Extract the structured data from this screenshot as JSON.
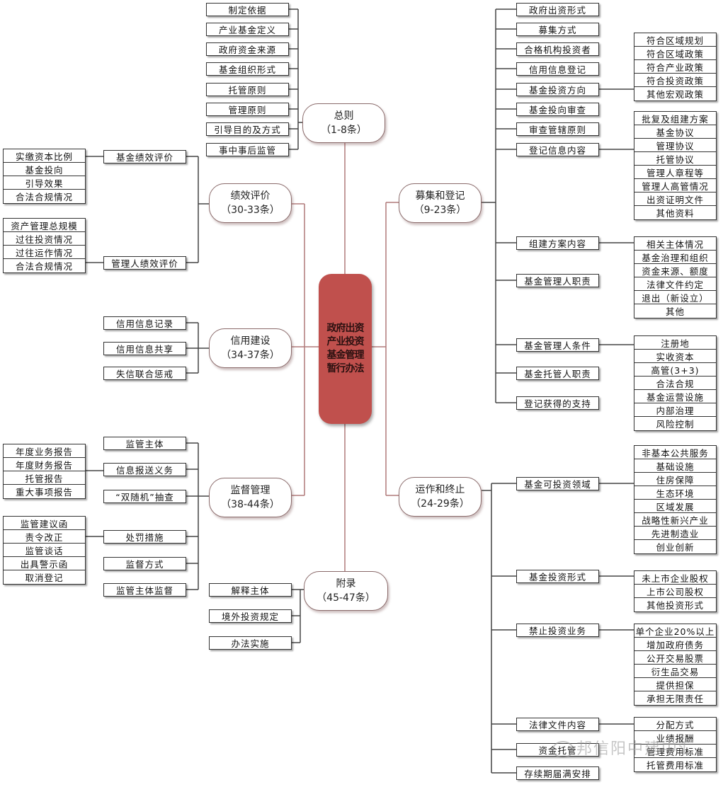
{
  "title": "政府出资产业投资基金管理暂行办法",
  "center": {
    "lines": [
      "政府出资",
      "产业投资",
      "基金管理",
      "暂行办法"
    ],
    "color": "#c0504d"
  },
  "topics": {
    "general": {
      "name": "总则",
      "range": "（1-8条）",
      "items": [
        "制定依据",
        "产业基金定义",
        "政府资金来源",
        "基金组织形式",
        "托管原则",
        "管理原则",
        "引导目的及方式",
        "事中事后监管"
      ]
    },
    "performance": {
      "name": "绩效评价",
      "range": "（30-33条）",
      "items": [
        {
          "label": "基金绩效评价",
          "details": [
            "实缴资本比例",
            "基金投向",
            "引导效果",
            "合法合规情况"
          ]
        },
        {
          "label": "管理人绩效评价",
          "details": [
            "资产管理总规模",
            "过往投资情况",
            "过往运作情况",
            "合法合规情况"
          ]
        }
      ]
    },
    "credit": {
      "name": "信用建设",
      "range": "（34-37条）",
      "items": [
        "信用信息记录",
        "信用信息共享",
        "失信联合惩戒"
      ]
    },
    "supervision": {
      "name": "监督管理",
      "range": "（38-44条）",
      "items": [
        {
          "label": "监管主体",
          "details": []
        },
        {
          "label": "信息报送义务",
          "details": [
            "年度业务报告",
            "年度财务报告",
            "托管报告",
            "重大事项报告"
          ]
        },
        {
          "label": "“双随机”抽查",
          "details": []
        },
        {
          "label": "处罚措施",
          "details": [
            "监管建议函",
            "责令改正",
            "监管谈话",
            "出具警示函",
            "取消登记"
          ]
        },
        {
          "label": "监督方式",
          "details": []
        },
        {
          "label": "监管主体监督",
          "details": []
        }
      ]
    },
    "appendix": {
      "name": "附录",
      "range": "（45-47条）",
      "items": [
        "解释主体",
        "境外投资规定",
        "办法实施"
      ]
    },
    "fundraising": {
      "name": "募集和登记",
      "range": "（9-23条）",
      "items": [
        {
          "label": "政府出资形式",
          "details": []
        },
        {
          "label": "募集方式",
          "details": []
        },
        {
          "label": "合格机构投资者",
          "details": []
        },
        {
          "label": "信用信息登记",
          "details": []
        },
        {
          "label": "基金投资方向",
          "details": [
            "符合区域规划",
            "符合区域政策",
            "符合产业政策",
            "符合投资政策",
            "其他宏观政策"
          ]
        },
        {
          "label": "基金投向审查",
          "details": []
        },
        {
          "label": "审查管辖原则",
          "details": []
        },
        {
          "label": "登记信息内容",
          "details": [
            "批复及组建方案",
            "基金协议",
            "管理协议",
            "托管协议",
            "管理人章程等",
            "管理人高管情况",
            "出资证明文件",
            "其他资料"
          ]
        },
        {
          "label": "组建方案内容",
          "details": [
            "相关主体情况",
            "基金治理和组织",
            "资金来源、额度",
            "法律文件约定",
            "退出（新设立）",
            "其他"
          ]
        },
        {
          "label": "基金管理人职责",
          "details": []
        },
        {
          "label": "基金管理人条件",
          "details": [
            "注册地",
            "实收资本",
            "高管(3+3)",
            "合法合规",
            "基金运营设施",
            "内部治理",
            "风险控制"
          ]
        },
        {
          "label": "基金托管人职责",
          "details": []
        },
        {
          "label": "登记获得的支持",
          "details": []
        }
      ]
    },
    "operation": {
      "name": "运作和终止",
      "range": "（24-29条）",
      "items": [
        {
          "label": "基金可投资领域",
          "details": [
            "非基本公共服务",
            "基础设施",
            "住房保障",
            "生态环境",
            "区域发展",
            "战略性新兴产业",
            "先进制造业",
            "创业创新"
          ]
        },
        {
          "label": "基金投资形式",
          "details": [
            "未上市企业股权",
            "上市公司股权",
            "其他投资形式"
          ]
        },
        {
          "label": "禁止投资业务",
          "details": [
            "单个企业20%以上",
            "增加政府债务",
            "公开交易股票",
            "衍生品交易",
            "提供担保",
            "承担无限责任"
          ]
        },
        {
          "label": "法律文件内容",
          "details": [
            "分配方式",
            "业绩报酬",
            "管理费用标准",
            "托管费用标准"
          ]
        },
        {
          "label": "资金托管",
          "details": []
        },
        {
          "label": "存续期届满安排",
          "details": []
        }
      ]
    }
  },
  "watermark": "邦信阳中建中汇",
  "colors": {
    "connector_main": "#b07a7a",
    "connector_branch": "#444444"
  }
}
